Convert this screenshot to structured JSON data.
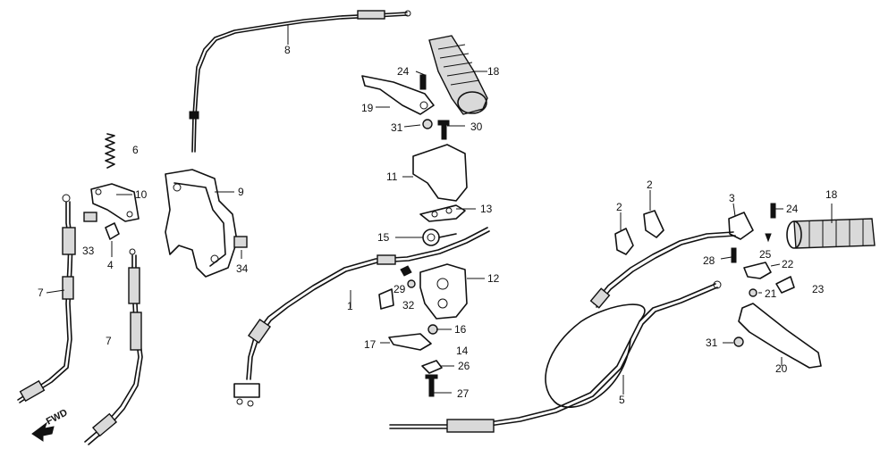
{
  "diagram": {
    "labels": {
      "l1": "1",
      "l2a": "2",
      "l2b": "2",
      "l3": "3",
      "l4": "4",
      "l5": "5",
      "l6": "6",
      "l7a": "7",
      "l7b": "7",
      "l8": "8",
      "l9": "9",
      "l10": "10",
      "l11": "11",
      "l12": "12",
      "l13": "13",
      "l14": "14",
      "l15": "15",
      "l16": "16",
      "l17": "17",
      "l18a": "18",
      "l18b": "18",
      "l19": "19",
      "l20": "20",
      "l21": "21",
      "l22": "22",
      "l23": "23",
      "l24a": "24",
      "l24b": "24",
      "l25": "25",
      "l26": "26",
      "l27": "27",
      "l28": "28",
      "l29": "29",
      "l30": "30",
      "l31a": "31",
      "l31b": "31",
      "l32": "32",
      "l33": "33",
      "l34": "34"
    },
    "fwd_label": "FWD"
  }
}
